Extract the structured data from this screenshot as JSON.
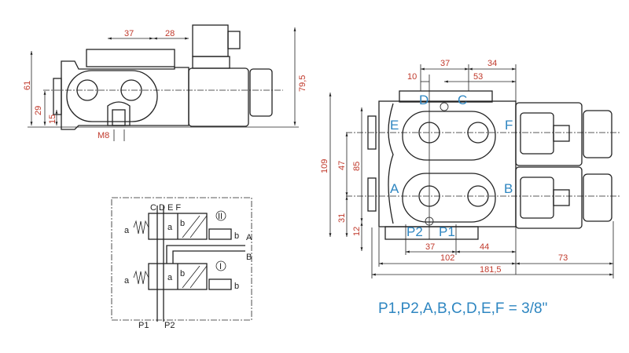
{
  "side_view": {
    "dimensions": {
      "top_a": "37",
      "top_b": "28",
      "height_total": "61",
      "height_center": "29",
      "height_base": "15",
      "height_solenoid": "79,5",
      "thread": "M8"
    }
  },
  "front_view": {
    "dimensions": {
      "top_37": "37",
      "top_34": "34",
      "top_10": "10",
      "top_53": "53",
      "h_109": "109",
      "h_85": "85",
      "h_47": "47",
      "h_31": "31",
      "h_12": "12",
      "b_37": "37",
      "b_44": "44",
      "b_102": "102",
      "b_73": "73",
      "b_181": "181,5"
    },
    "ports": {
      "D": "D",
      "C": "C",
      "E": "E",
      "F": "F",
      "A": "A",
      "B": "B",
      "P2": "P2",
      "P1": "P1"
    }
  },
  "schematic": {
    "top_ports": "C D E F",
    "spring_label": "a",
    "a": "a",
    "b": "b",
    "section_II": "II",
    "section_I": "I",
    "out_A": "A",
    "out_B": "B",
    "in_P1": "P1",
    "in_P2": "P2"
  },
  "note": "P1,P2,A,B,C,D,E,F = 3/8\""
}
